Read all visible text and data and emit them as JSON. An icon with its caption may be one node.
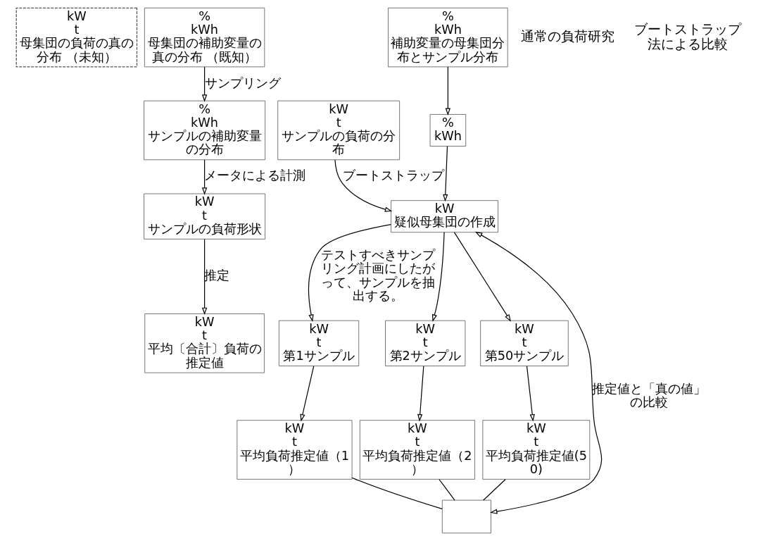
{
  "diagram": {
    "nodes": [
      {
        "text": [
          "kW",
          "t",
          "母集団の負荷の真の分布 （未知）"
        ]
      },
      {
        "text": [
          "%",
          "kWh",
          "母集団の補助変量の真の分布 （既知）"
        ]
      },
      {
        "text": [
          "%",
          "kWh",
          "サンプルの補助変量の分布"
        ]
      },
      {
        "text": [
          "kW",
          "t",
          "サンプルの負荷形状"
        ]
      },
      {
        "text": [
          "kW",
          "t",
          "平均〔合計〕負荷の推定値"
        ]
      },
      {
        "text": [
          "kW",
          "t",
          "サンプルの負荷の分布"
        ]
      },
      {
        "text": [
          "%",
          "kWh",
          "補助変量の母集団分布とサンプル分布"
        ]
      },
      {
        "text": [
          "%",
          "kWh"
        ]
      },
      {
        "text": [
          "kW",
          "疑似母集団の作成"
        ]
      },
      {
        "text": [
          "kW",
          "t",
          "第1サンプル"
        ]
      },
      {
        "text": [
          "kW",
          "t",
          "第2サンプル"
        ]
      },
      {
        "text": [
          "kW",
          "t",
          "第50サンプル"
        ]
      },
      {
        "text": [
          "kW",
          "t",
          "平均負荷推定値（1）"
        ]
      },
      {
        "text": [
          "kW",
          "t",
          "平均負荷推定値（2）"
        ]
      },
      {
        "text": [
          "kW",
          "t",
          "平均負荷推定値(50)"
        ]
      },
      {
        "text": [],
        "shape": "box"
      }
    ],
    "edges": [
      {
        "from": 1,
        "to": 2,
        "arrow": "to",
        "label": "サンプリング"
      },
      {
        "from": 2,
        "to": 3,
        "arrow": "to",
        "label": "メータによる計測"
      },
      {
        "from": 3,
        "to": 4,
        "arrow": "to",
        "label": "推定"
      },
      {
        "from": 6,
        "to": 7,
        "arrow": "to"
      },
      {
        "from": 5,
        "to": 8,
        "arrow": "to",
        "label": "ブートストラップ"
      },
      {
        "from": 7,
        "to": 8,
        "arrow": "to"
      },
      {
        "from": 8,
        "to": 9,
        "arrow": "to",
        "label": "テストすべきサンプリング計画にしたがって、サンプルを抽出する。"
      },
      {
        "from": 8,
        "to": 10,
        "arrow": "to"
      },
      {
        "from": 8,
        "to": 11,
        "arrow": "to"
      },
      {
        "from": 9,
        "to": 12,
        "arrow": "to"
      },
      {
        "from": 10,
        "to": 13,
        "arrow": "to"
      },
      {
        "from": 11,
        "to": 14,
        "arrow": "to"
      },
      {
        "from": 12,
        "to": 15,
        "arrow": "none"
      },
      {
        "from": 13,
        "to": 15,
        "arrow": "none"
      },
      {
        "from": 14,
        "to": 15,
        "arrow": "none"
      },
      {
        "from": 8,
        "to": 15,
        "arrow": "both",
        "label": "推定値と「真の値」の比較"
      }
    ],
    "labels": [
      "通常の負荷研究",
      "ブートストラップ法による比較"
    ]
  }
}
